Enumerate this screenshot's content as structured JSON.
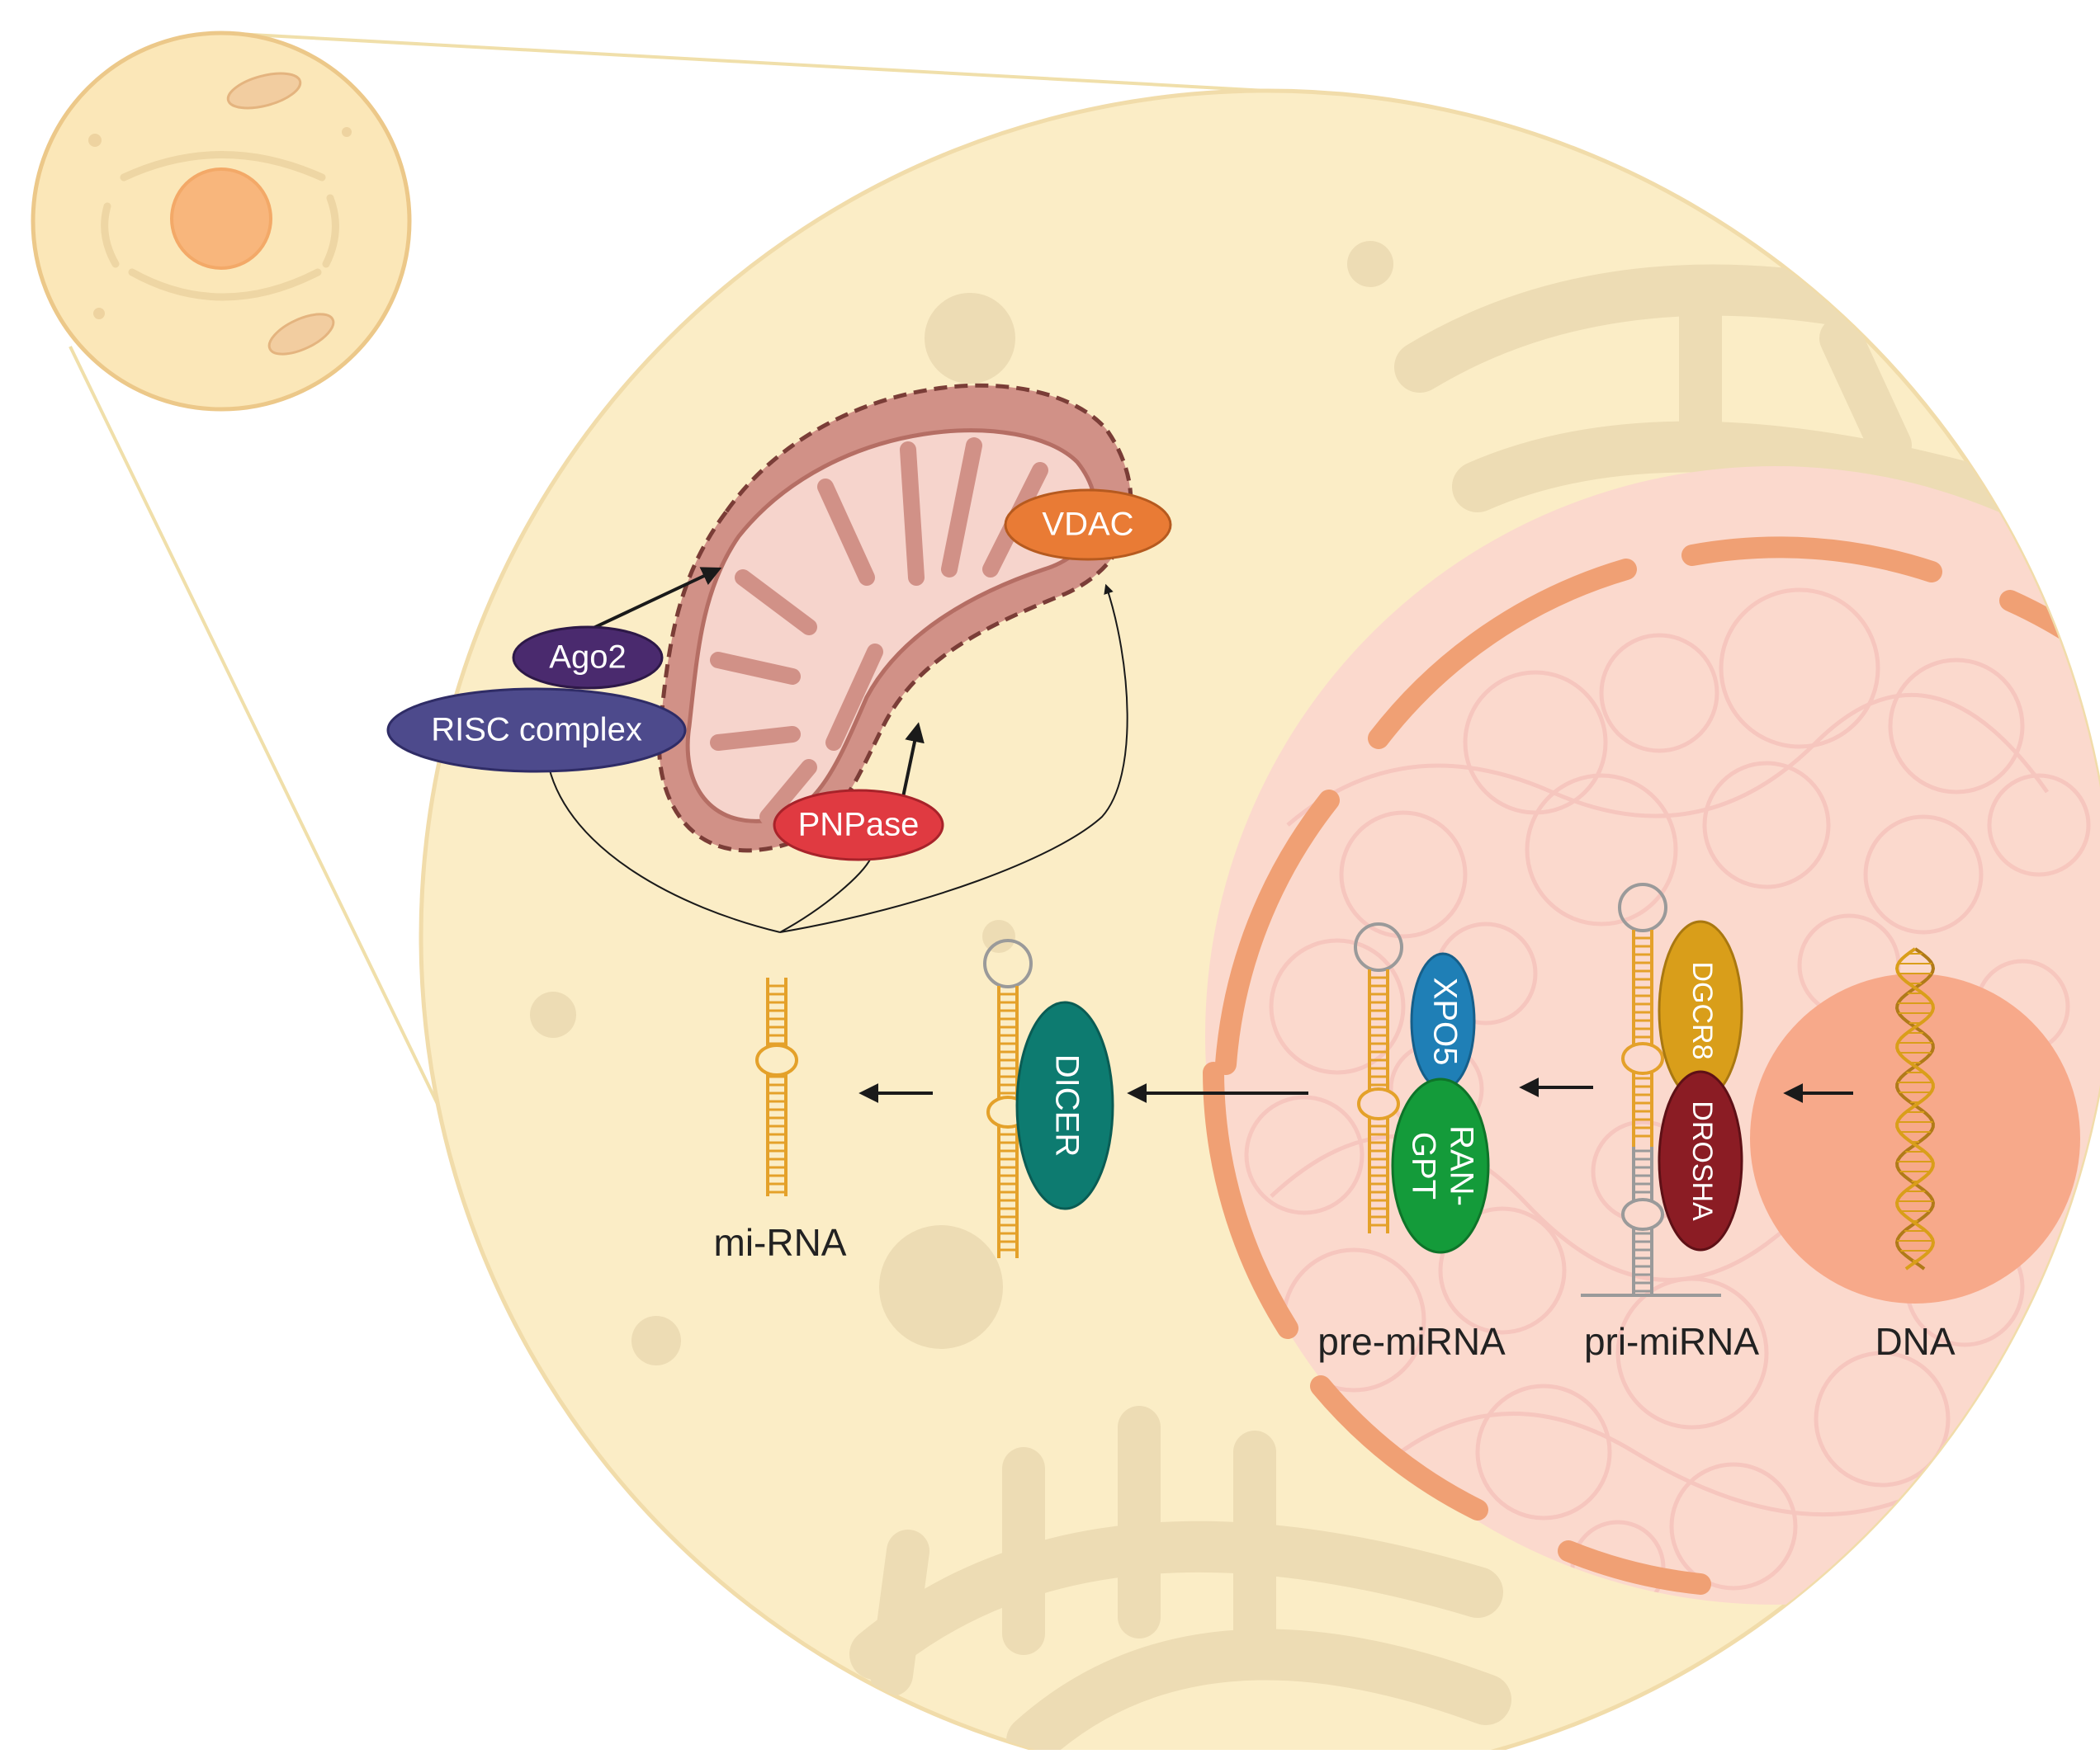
{
  "labels": {
    "mirna": "mi-RNA",
    "pre_mirna": "pre-miRNA",
    "pri_mirna": "pri-miRNA",
    "dna": "DNA"
  },
  "proteins": {
    "ago2": "Ago2",
    "risc": "RISC complex",
    "vdac": "VDAC",
    "pnpase": "PNPase",
    "dicer": "DICER",
    "xpo5": "XPO5",
    "ran_line1": "RAN-",
    "ran_line2": "GPT",
    "dgcr8": "DGCR8",
    "drosha": "DROSHA"
  },
  "colors": {
    "cytoplasm": "#fbedc6",
    "organelle_shade": "#eddcb4",
    "nucleus": "#fbd9cd",
    "nuclear_envelope": "#f0a074",
    "mitochondrion_outer": "#d19187",
    "mitochondrion_inner": "#f6d4cc",
    "rna": "#e4a12a",
    "loop": "#9a9a9a",
    "ago2": "#4a2a6e",
    "risc": "#4d4a8c",
    "vdac": "#e97b35",
    "pnpase": "#e03a41",
    "dicer": "#0d7b70",
    "xpo5": "#1f7fb6",
    "ran_gpt": "#149b3a",
    "dgcr8": "#d99e1a",
    "drosha": "#8b1c24",
    "dna_circle": "#f7a98a"
  }
}
